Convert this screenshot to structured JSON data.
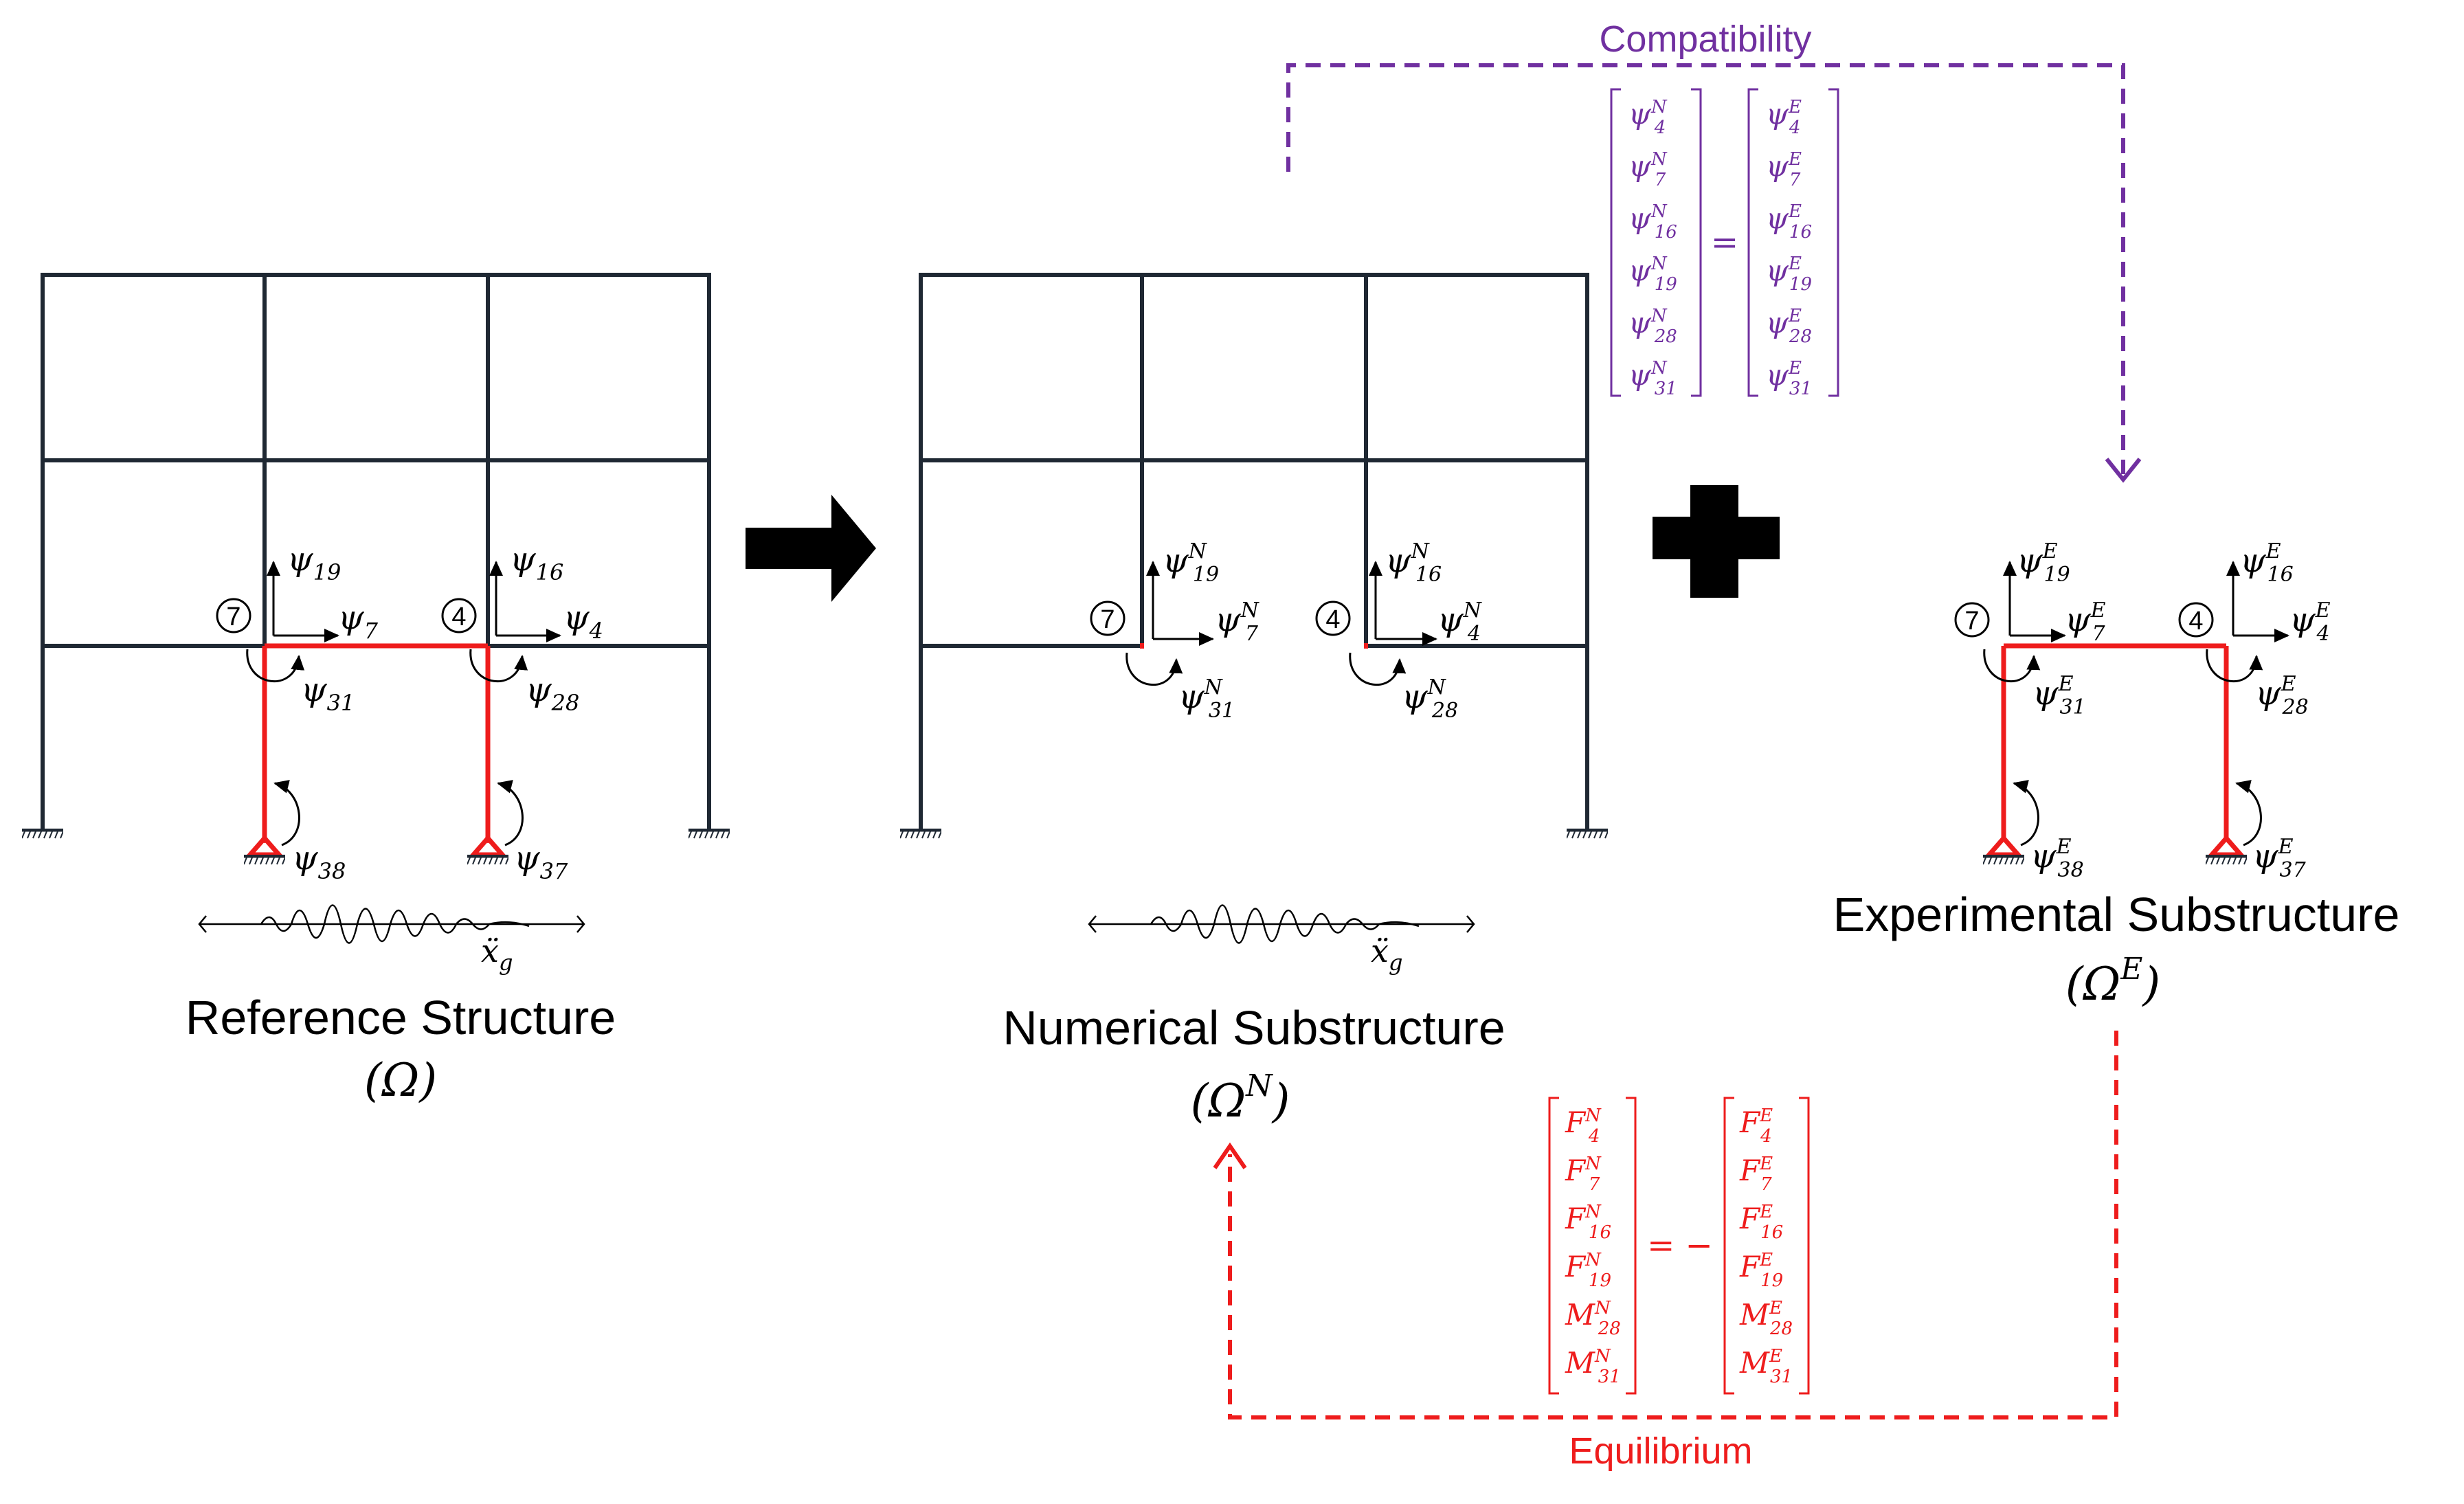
{
  "colors": {
    "frame": "#1f2833",
    "substructure": "#ee1c1c",
    "compatibility": "#7030a0",
    "equilibrium": "#ee1c1c"
  },
  "captions": {
    "reference_title": "Reference Structure",
    "reference_symbol": "(Ω)",
    "numerical_title": "Numerical Substructure",
    "numerical_symbol_open": "(Ω",
    "numerical_symbol_sup": "N",
    "numerical_symbol_close": ")",
    "experimental_title": "Experimental Substructure",
    "experimental_symbol_open": "(Ω",
    "experimental_symbol_sup": "E",
    "experimental_symbol_close": ")"
  },
  "nodes": {
    "node_a": "7",
    "node_b": "4"
  },
  "excitation": {
    "base": "ẍ",
    "sub": "g"
  },
  "reference_dofs": {
    "psi": "ψ",
    "up_left": "19",
    "right_left": "7",
    "rot_left": "31",
    "up_right": "16",
    "right_right": "4",
    "rot_right": "28",
    "base_left": "38",
    "base_right": "37"
  },
  "numerical_dofs": {
    "sup": "N",
    "up_left": "19",
    "right_left": "7",
    "rot_left": "31",
    "up_right": "16",
    "right_right": "4",
    "rot_right": "28"
  },
  "experimental_dofs": {
    "sup": "E",
    "up_left": "19",
    "right_left": "7",
    "rot_left": "31",
    "up_right": "16",
    "right_right": "4",
    "rot_right": "28",
    "base_left": "38",
    "base_right": "37"
  },
  "compatibility": {
    "label": "Compatibility",
    "symbol": "ψ",
    "left_sup": "N",
    "right_sup": "E",
    "operator": "=",
    "indices": [
      "4",
      "7",
      "16",
      "19",
      "28",
      "31"
    ]
  },
  "equilibrium": {
    "label": "Equilibrium",
    "left_sup": "N",
    "right_sup": "E",
    "operator": "= −",
    "rows": [
      {
        "symbol": "F",
        "index": "4"
      },
      {
        "symbol": "F",
        "index": "7"
      },
      {
        "symbol": "F",
        "index": "16"
      },
      {
        "symbol": "F",
        "index": "19"
      },
      {
        "symbol": "M",
        "index": "28"
      },
      {
        "symbol": "M",
        "index": "31"
      }
    ]
  }
}
